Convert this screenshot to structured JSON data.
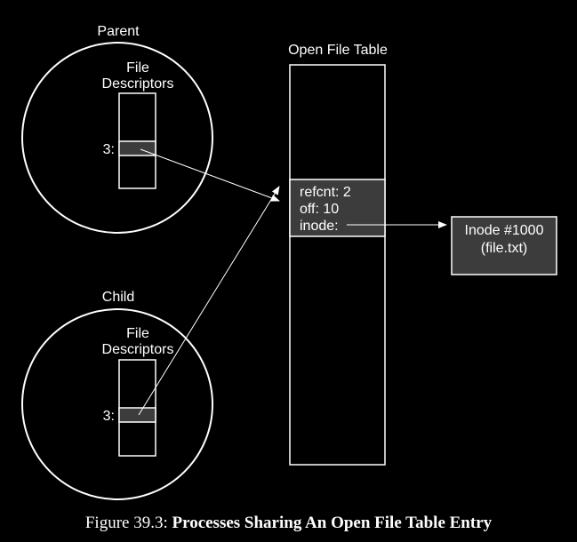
{
  "parent": {
    "title": "Parent",
    "fd_label_line1": "File",
    "fd_label_line2": "Descriptors",
    "fd_index": "3:"
  },
  "child": {
    "title": "Child",
    "fd_label_line1": "File",
    "fd_label_line2": "Descriptors",
    "fd_index": "3:"
  },
  "open_file_table": {
    "title": "Open File Table",
    "entry": {
      "refcnt": "refcnt: 2",
      "off": "off: 10",
      "inode": "inode:"
    }
  },
  "inode": {
    "line1": "Inode #1000",
    "line2": "(file.txt)"
  },
  "caption": {
    "prefix": "Figure 39.3: ",
    "title": "Processes Sharing An Open File Table Entry"
  },
  "colors": {
    "background": "#000000",
    "stroke": "#ffffff",
    "fill_highlight": "#3c3c3c"
  }
}
